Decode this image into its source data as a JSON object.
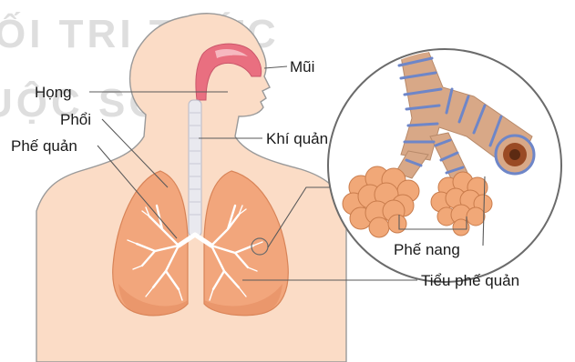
{
  "watermark": {
    "line1": "ỐI TRI THỨC",
    "line2": "UỘC SỐNG"
  },
  "labels": {
    "nose": "Mũi",
    "throat": "Họng",
    "lungs": "Phổi",
    "bronchi": "Phế quản",
    "trachea": "Khí quản",
    "alveoli": "Phế nang",
    "bronchioles": "Tiểu phế quản"
  },
  "colors": {
    "skin": "#fbdcc6",
    "body_outline": "#9a9a9a",
    "lung": "#f2a67c",
    "lung_dark": "#e48a5e",
    "airway_nasal": "#e96f80",
    "trachea": "#e9e9ef",
    "bronchi_tree": "#ffffff",
    "alveoli": "#f1a878",
    "tube": "#d8a887",
    "tube_band": "#6e86c8",
    "inset_border": "#6b6b6b",
    "watermark": "#d9d9d9"
  }
}
